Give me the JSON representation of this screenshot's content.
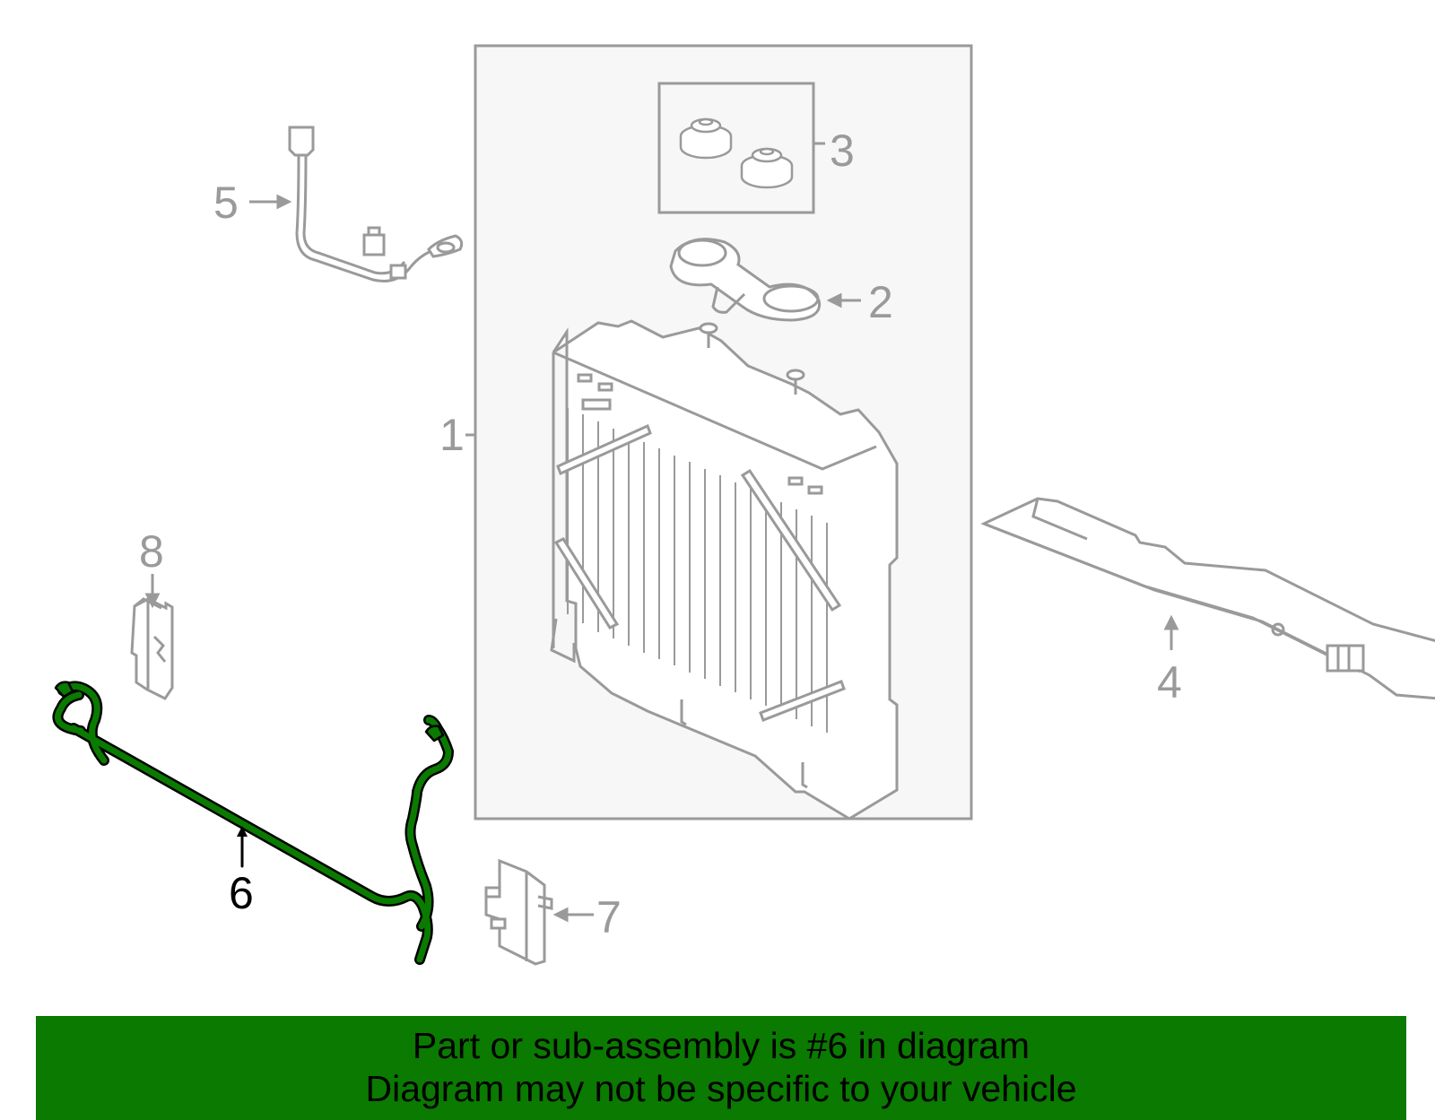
{
  "callouts": {
    "c1": "1",
    "c2": "2",
    "c3": "3",
    "c4": "4",
    "c5": "5",
    "c6": "6",
    "c7": "7",
    "c8": "8"
  },
  "highlighted_part": "6",
  "colors": {
    "highlight": "#0a7a00",
    "banner_bg": "#0a7a00",
    "part_outline": "#9a9a9a",
    "highlight_part_outline": "#000000",
    "box_bg": "#f7f7f7"
  },
  "banner": {
    "line1": "Part or sub-assembly is #6 in diagram",
    "line2": "Diagram may not be specific to your vehicle"
  }
}
